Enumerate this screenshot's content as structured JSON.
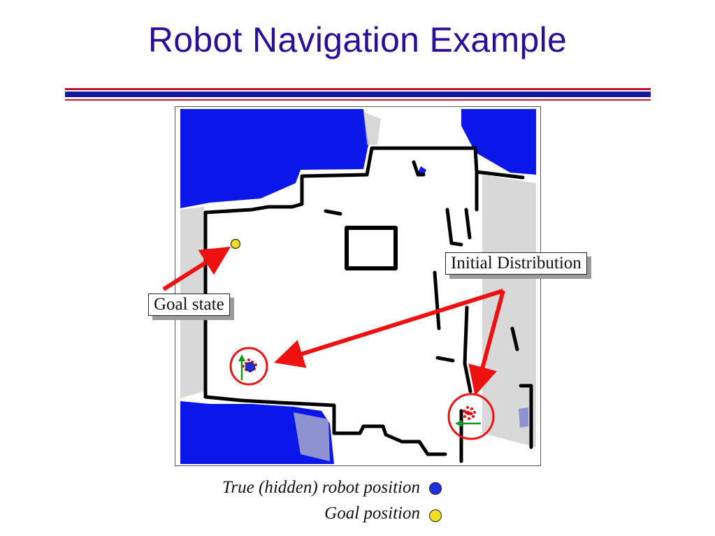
{
  "slide": {
    "title": "Robot Navigation Example"
  },
  "callouts": {
    "goal_state": "Goal state",
    "initial_distribution": "Initial Distribution"
  },
  "legend": {
    "robot_label": "True (hidden) robot position",
    "goal_label": "Goal position"
  },
  "colors": {
    "title": "#2a0f96",
    "obstacle_fill": "#0a17e8",
    "wall": "#000000",
    "robot_marker": "#1f2fe0",
    "goal_marker": "#f0e020",
    "particles": "#e01010",
    "arrows": "#ee1111",
    "heading_arrow": "#0a9a1a",
    "rule_red": "#c8102e",
    "rule_blue": "#1a1a9e"
  },
  "icons": {
    "robot": "blue-dot",
    "goal": "yellow-dot",
    "heading": "green-arrow"
  }
}
